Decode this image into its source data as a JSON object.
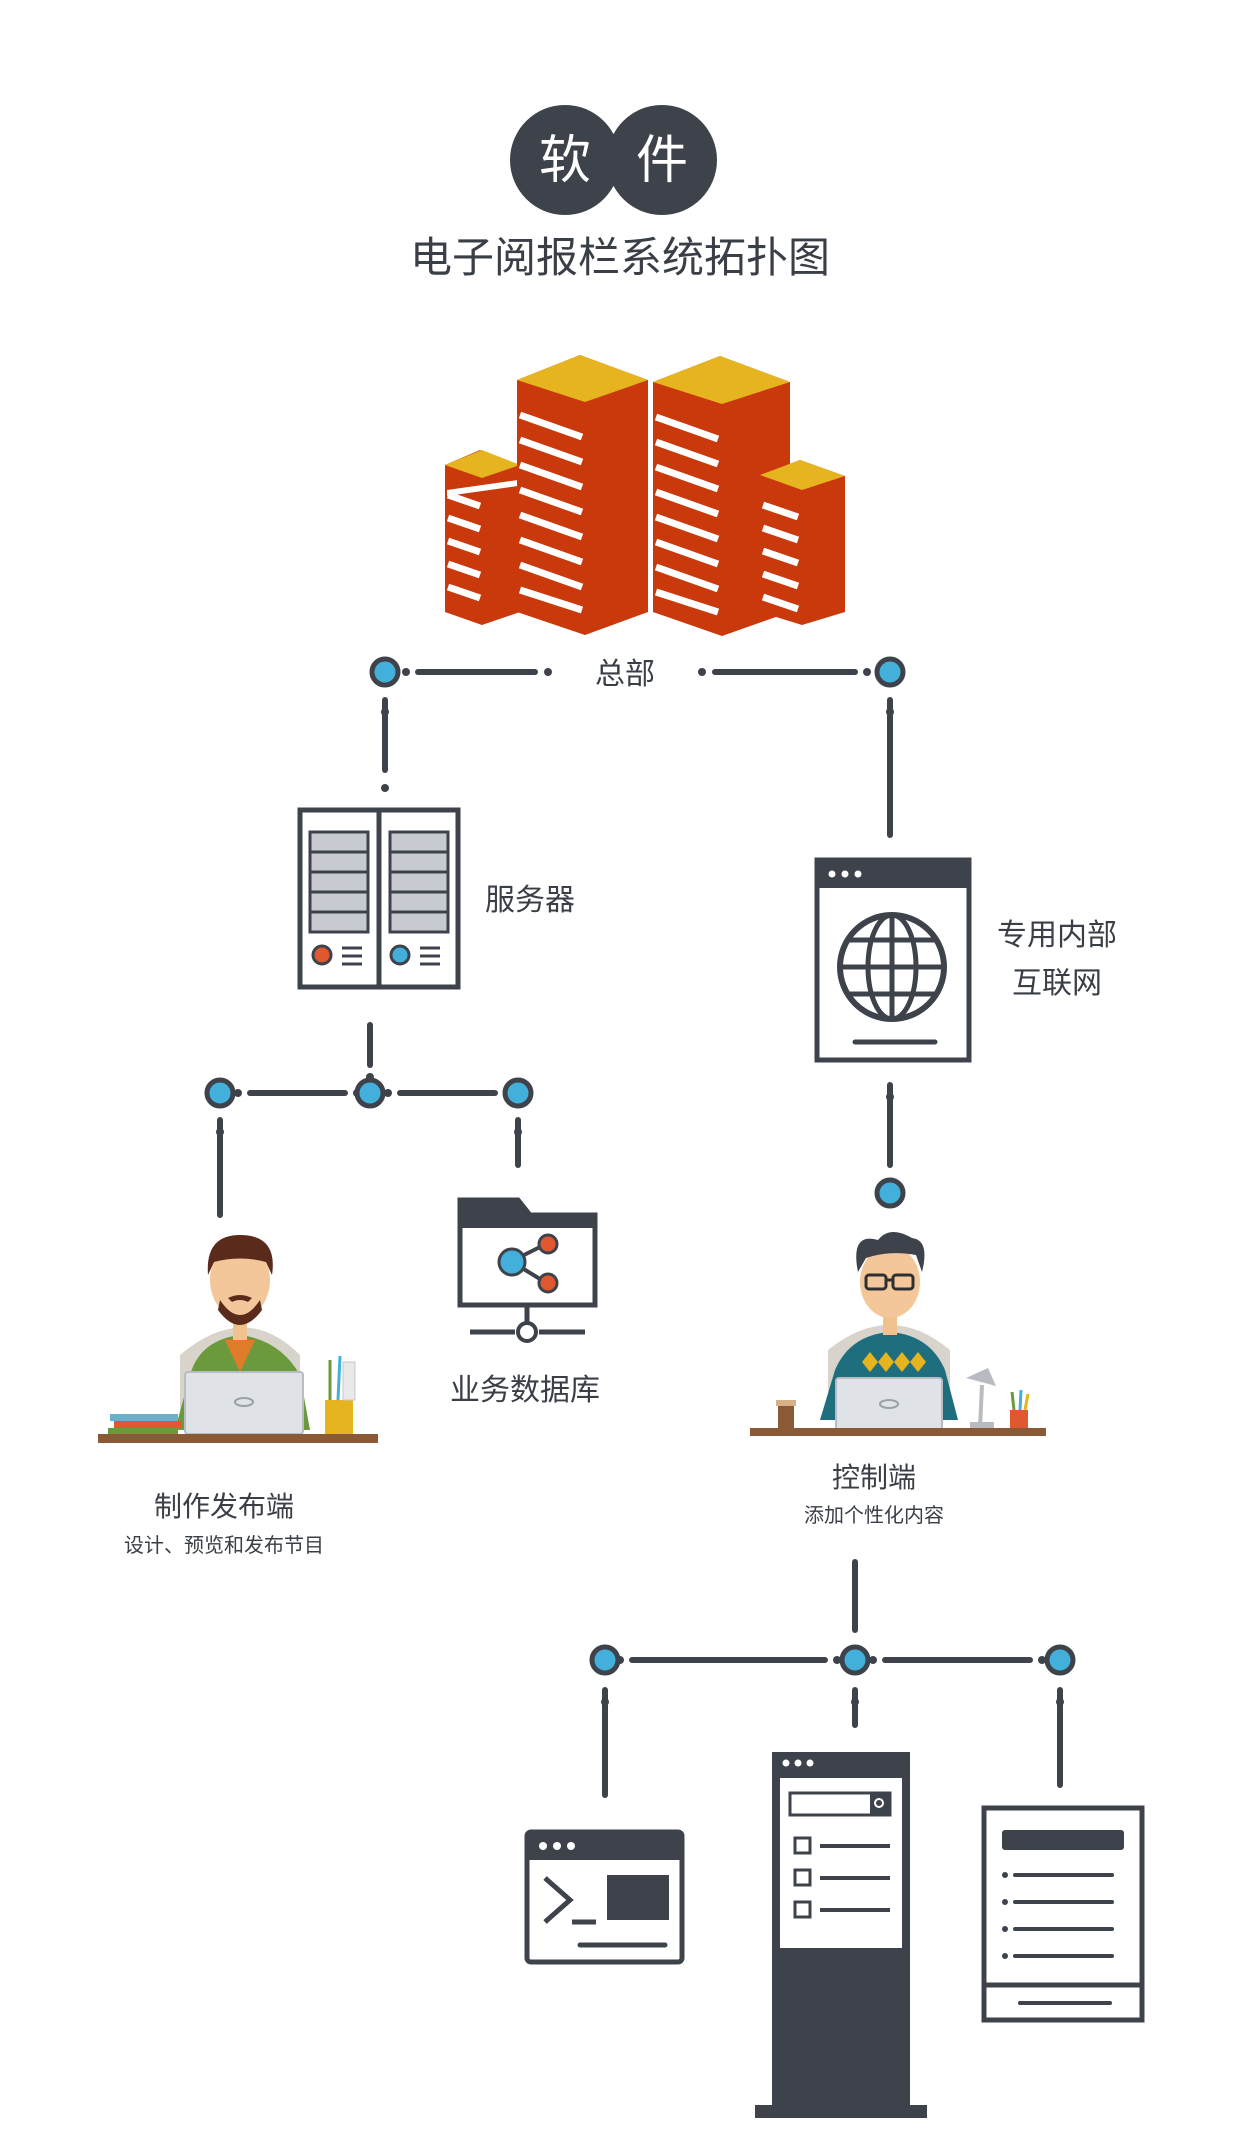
{
  "header": {
    "badge_chars": [
      "软",
      "件"
    ],
    "title": "电子阅报栏系统拓扑图"
  },
  "colors": {
    "dark": "#3e434b",
    "node_fill": "#43b0dc",
    "building_red": "#c9390c",
    "building_yellow": "#e5b41f",
    "accent_red": "#e0582f",
    "shirt_orange": "#e07b2a",
    "shirt_green": "#6b9a3c",
    "sweater_teal": "#1f6e7e",
    "desk_brown": "#8a5a37"
  },
  "nodes": {
    "headquarters": {
      "label": "总部",
      "icon": "office-buildings-icon"
    },
    "server": {
      "label": "服务器",
      "icon": "server-rack-icon"
    },
    "internet": {
      "label_line1": "专用内部",
      "label_line2": "互联网",
      "icon": "globe-window-icon"
    },
    "database": {
      "label": "业务数据库",
      "icon": "share-folder-icon"
    },
    "producer": {
      "label": "制作发布端",
      "sublabel": "设计、预览和发布节目",
      "icon": "designer-at-laptop-icon"
    },
    "controller": {
      "label": "控制端",
      "sublabel": "添加个性化内容",
      "icon": "developer-at-laptop-icon"
    },
    "terminals": [
      {
        "icon": "terminal-window-icon"
      },
      {
        "icon": "kiosk-stand-icon"
      },
      {
        "icon": "document-screen-icon"
      }
    ]
  }
}
